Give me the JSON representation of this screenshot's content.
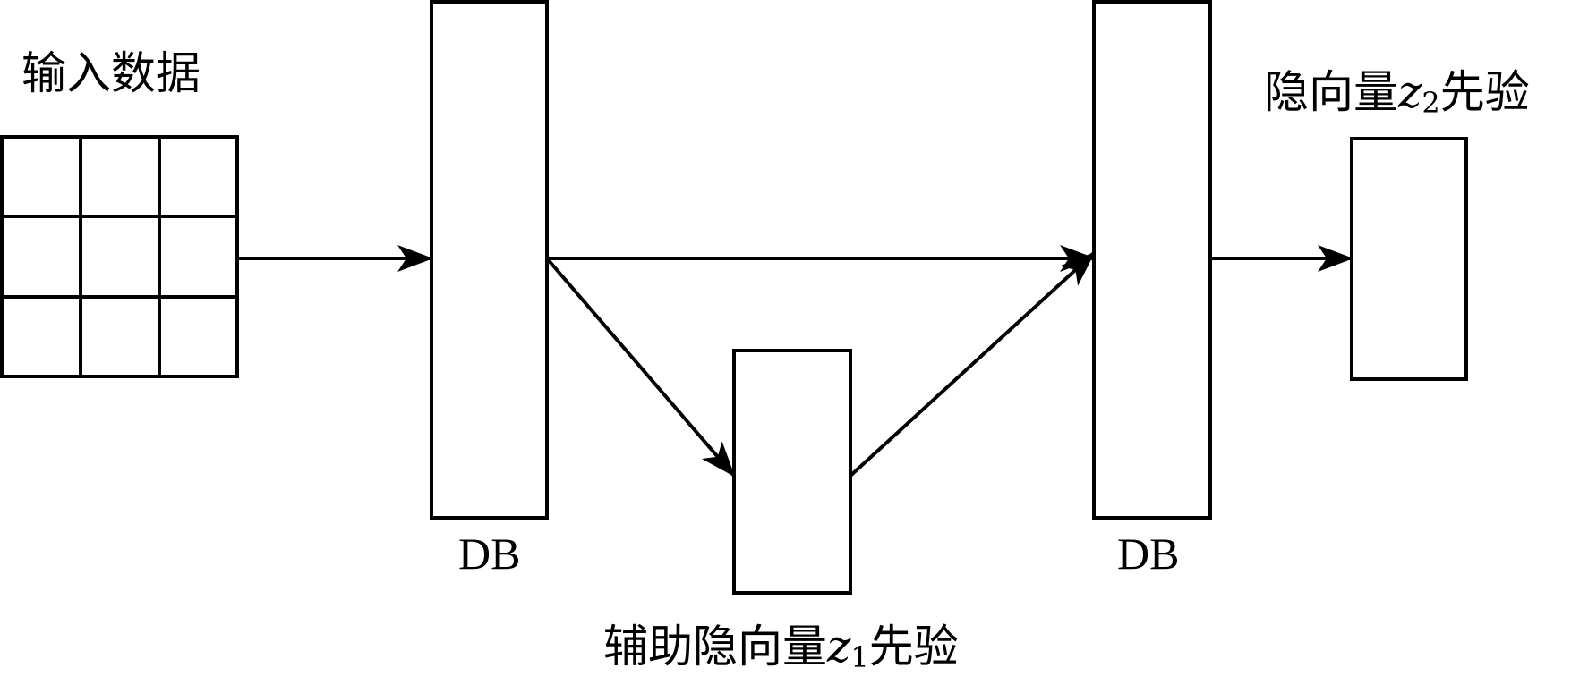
{
  "labels": {
    "input": "输入数据",
    "db_left": "DB",
    "db_right": "DB",
    "aux_prefix": "辅助隐向量",
    "aux_var": "z",
    "aux_sub": "1",
    "aux_suffix": "先验",
    "latent_prefix": "隐向量",
    "latent_var": "z",
    "latent_sub": "2",
    "latent_suffix": "先验"
  },
  "colors": {
    "stroke": "#000000",
    "background": "#ffffff"
  }
}
